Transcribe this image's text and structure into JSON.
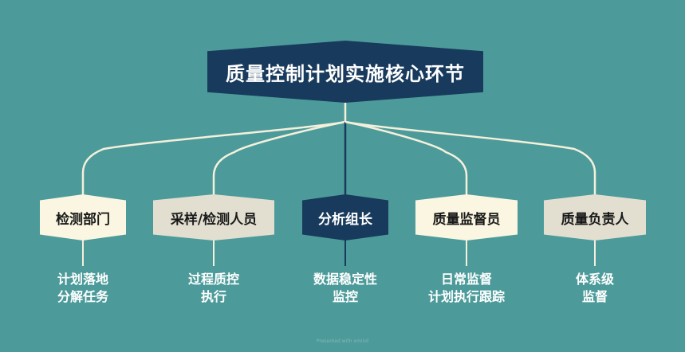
{
  "diagram": {
    "root": {
      "label": "质量控制计划实施核心环节"
    },
    "nodes": [
      {
        "id": "dept",
        "label": "检测部门",
        "style": "cream",
        "duties": [
          "计划落地",
          "分解任务"
        ]
      },
      {
        "id": "staff",
        "label": "采样/检测人员",
        "style": "beige",
        "duties": [
          "过程质控",
          "执行"
        ]
      },
      {
        "id": "team",
        "label": "分析组长",
        "style": "navy",
        "duties": [
          "数据稳定性",
          "监控"
        ]
      },
      {
        "id": "supervisor",
        "label": "质量监督员",
        "style": "cream",
        "duties": [
          "日常监督",
          "计划执行跟踪"
        ]
      },
      {
        "id": "manager",
        "label": "质量负责人",
        "style": "beige",
        "duties": [
          "体系级",
          "监督"
        ]
      }
    ]
  },
  "colors": {
    "background": "#4c9b9a",
    "navy": "#183a5c",
    "cream": "#faf6e1",
    "beige": "#e2dfd1",
    "connector": "#f4f0dc"
  },
  "footer": {
    "text": "Presented with xmind"
  }
}
